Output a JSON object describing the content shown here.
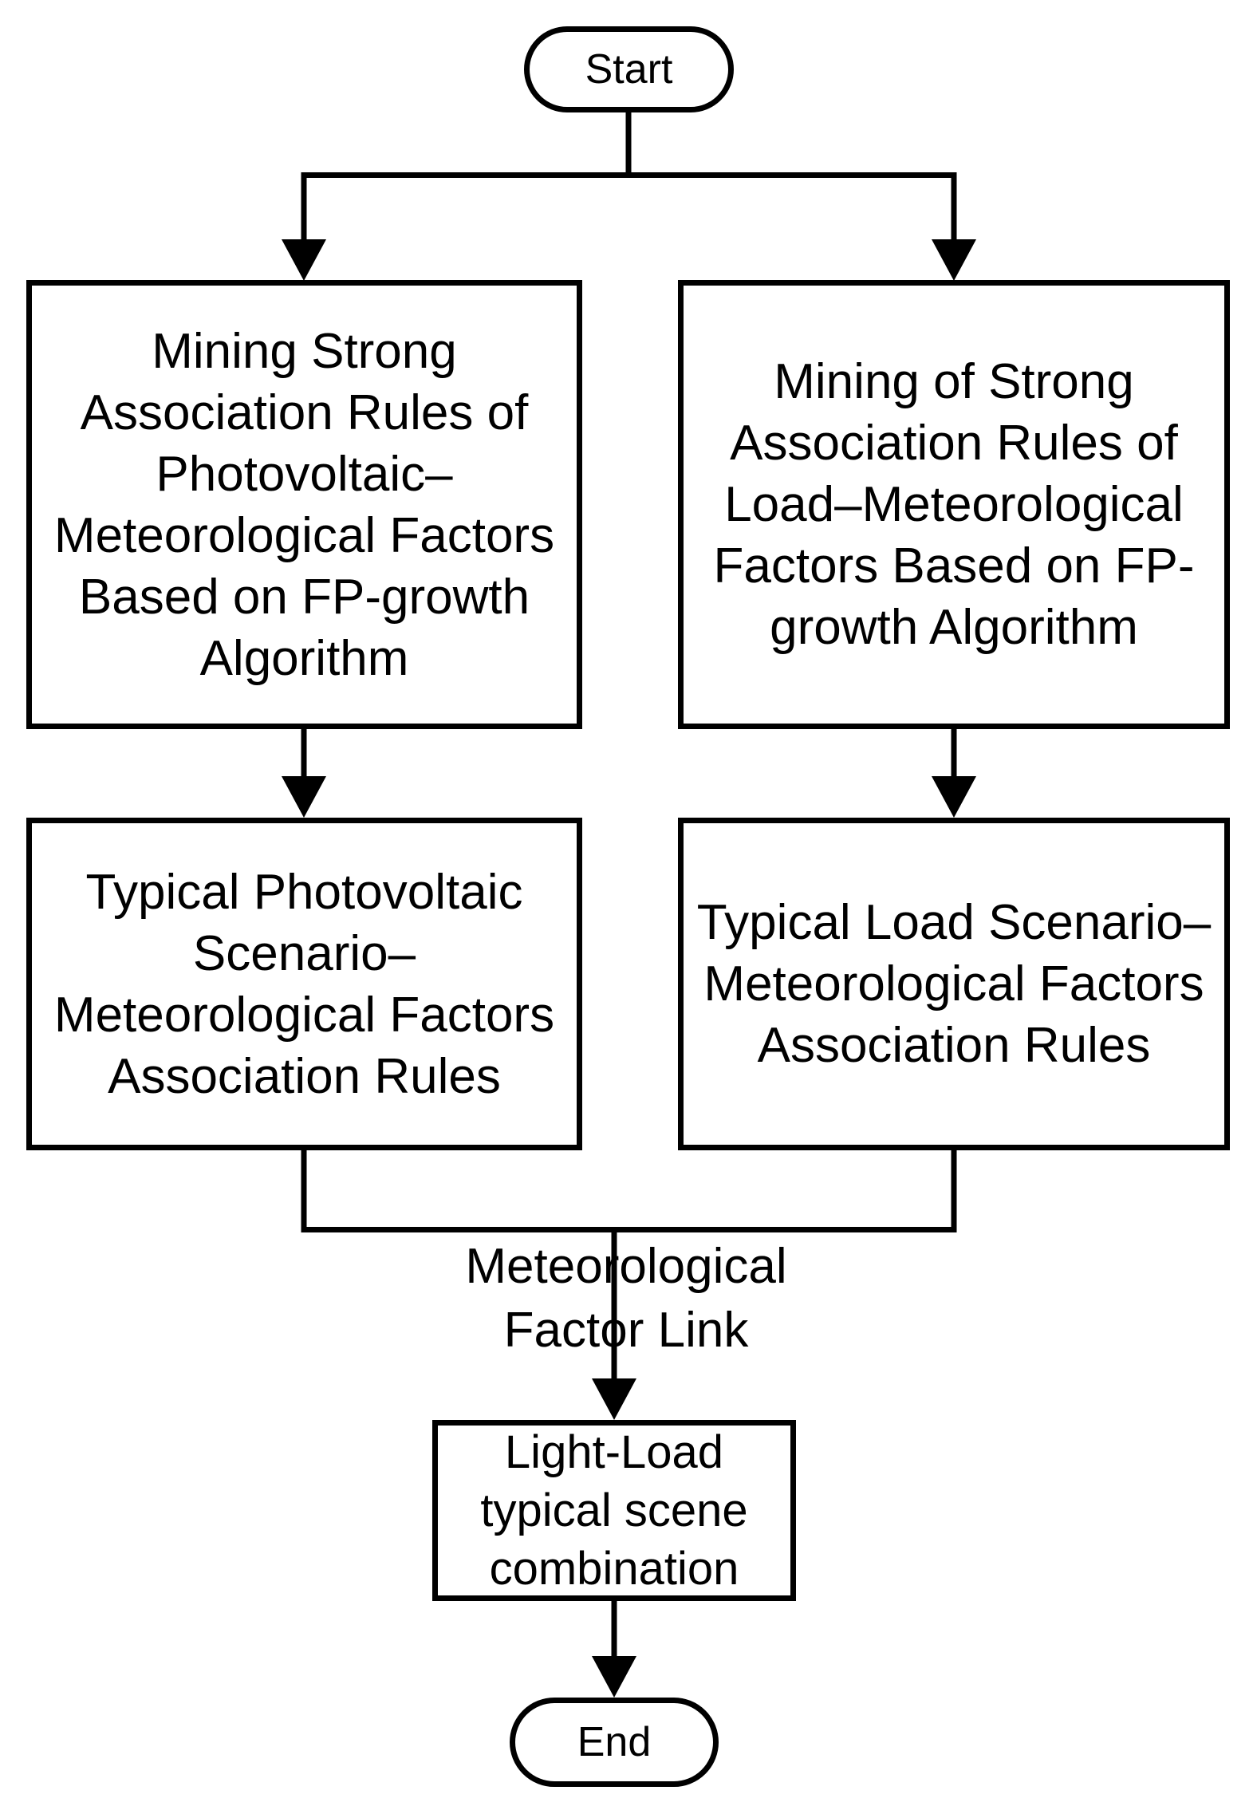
{
  "diagram": {
    "title": "Light-Load typical scene combination flowchart",
    "colors": {
      "line": "#000000",
      "background": "#ffffff"
    },
    "nodes": {
      "start": "Start",
      "mining_pv": "Mining Strong\nAssociation Rules of\nPhotovoltaic–\nMeteorological Factors\nBased on FP-growth\nAlgorithm",
      "mining_load": "Mining of Strong\nAssociation Rules of\nLoad–Meteorological\nFactors Based on FP-\ngrowth Algorithm",
      "typical_pv": "Typical Photovoltaic\nScenario–\nMeteorological Factors\nAssociation Rules",
      "typical_load": "Typical Load Scenario–\nMeteorological Factors\nAssociation Rules",
      "combination": "Light-Load\ntypical scene\ncombination",
      "end": "End"
    },
    "edge_label": "Meteorological\nFactor Link"
  }
}
